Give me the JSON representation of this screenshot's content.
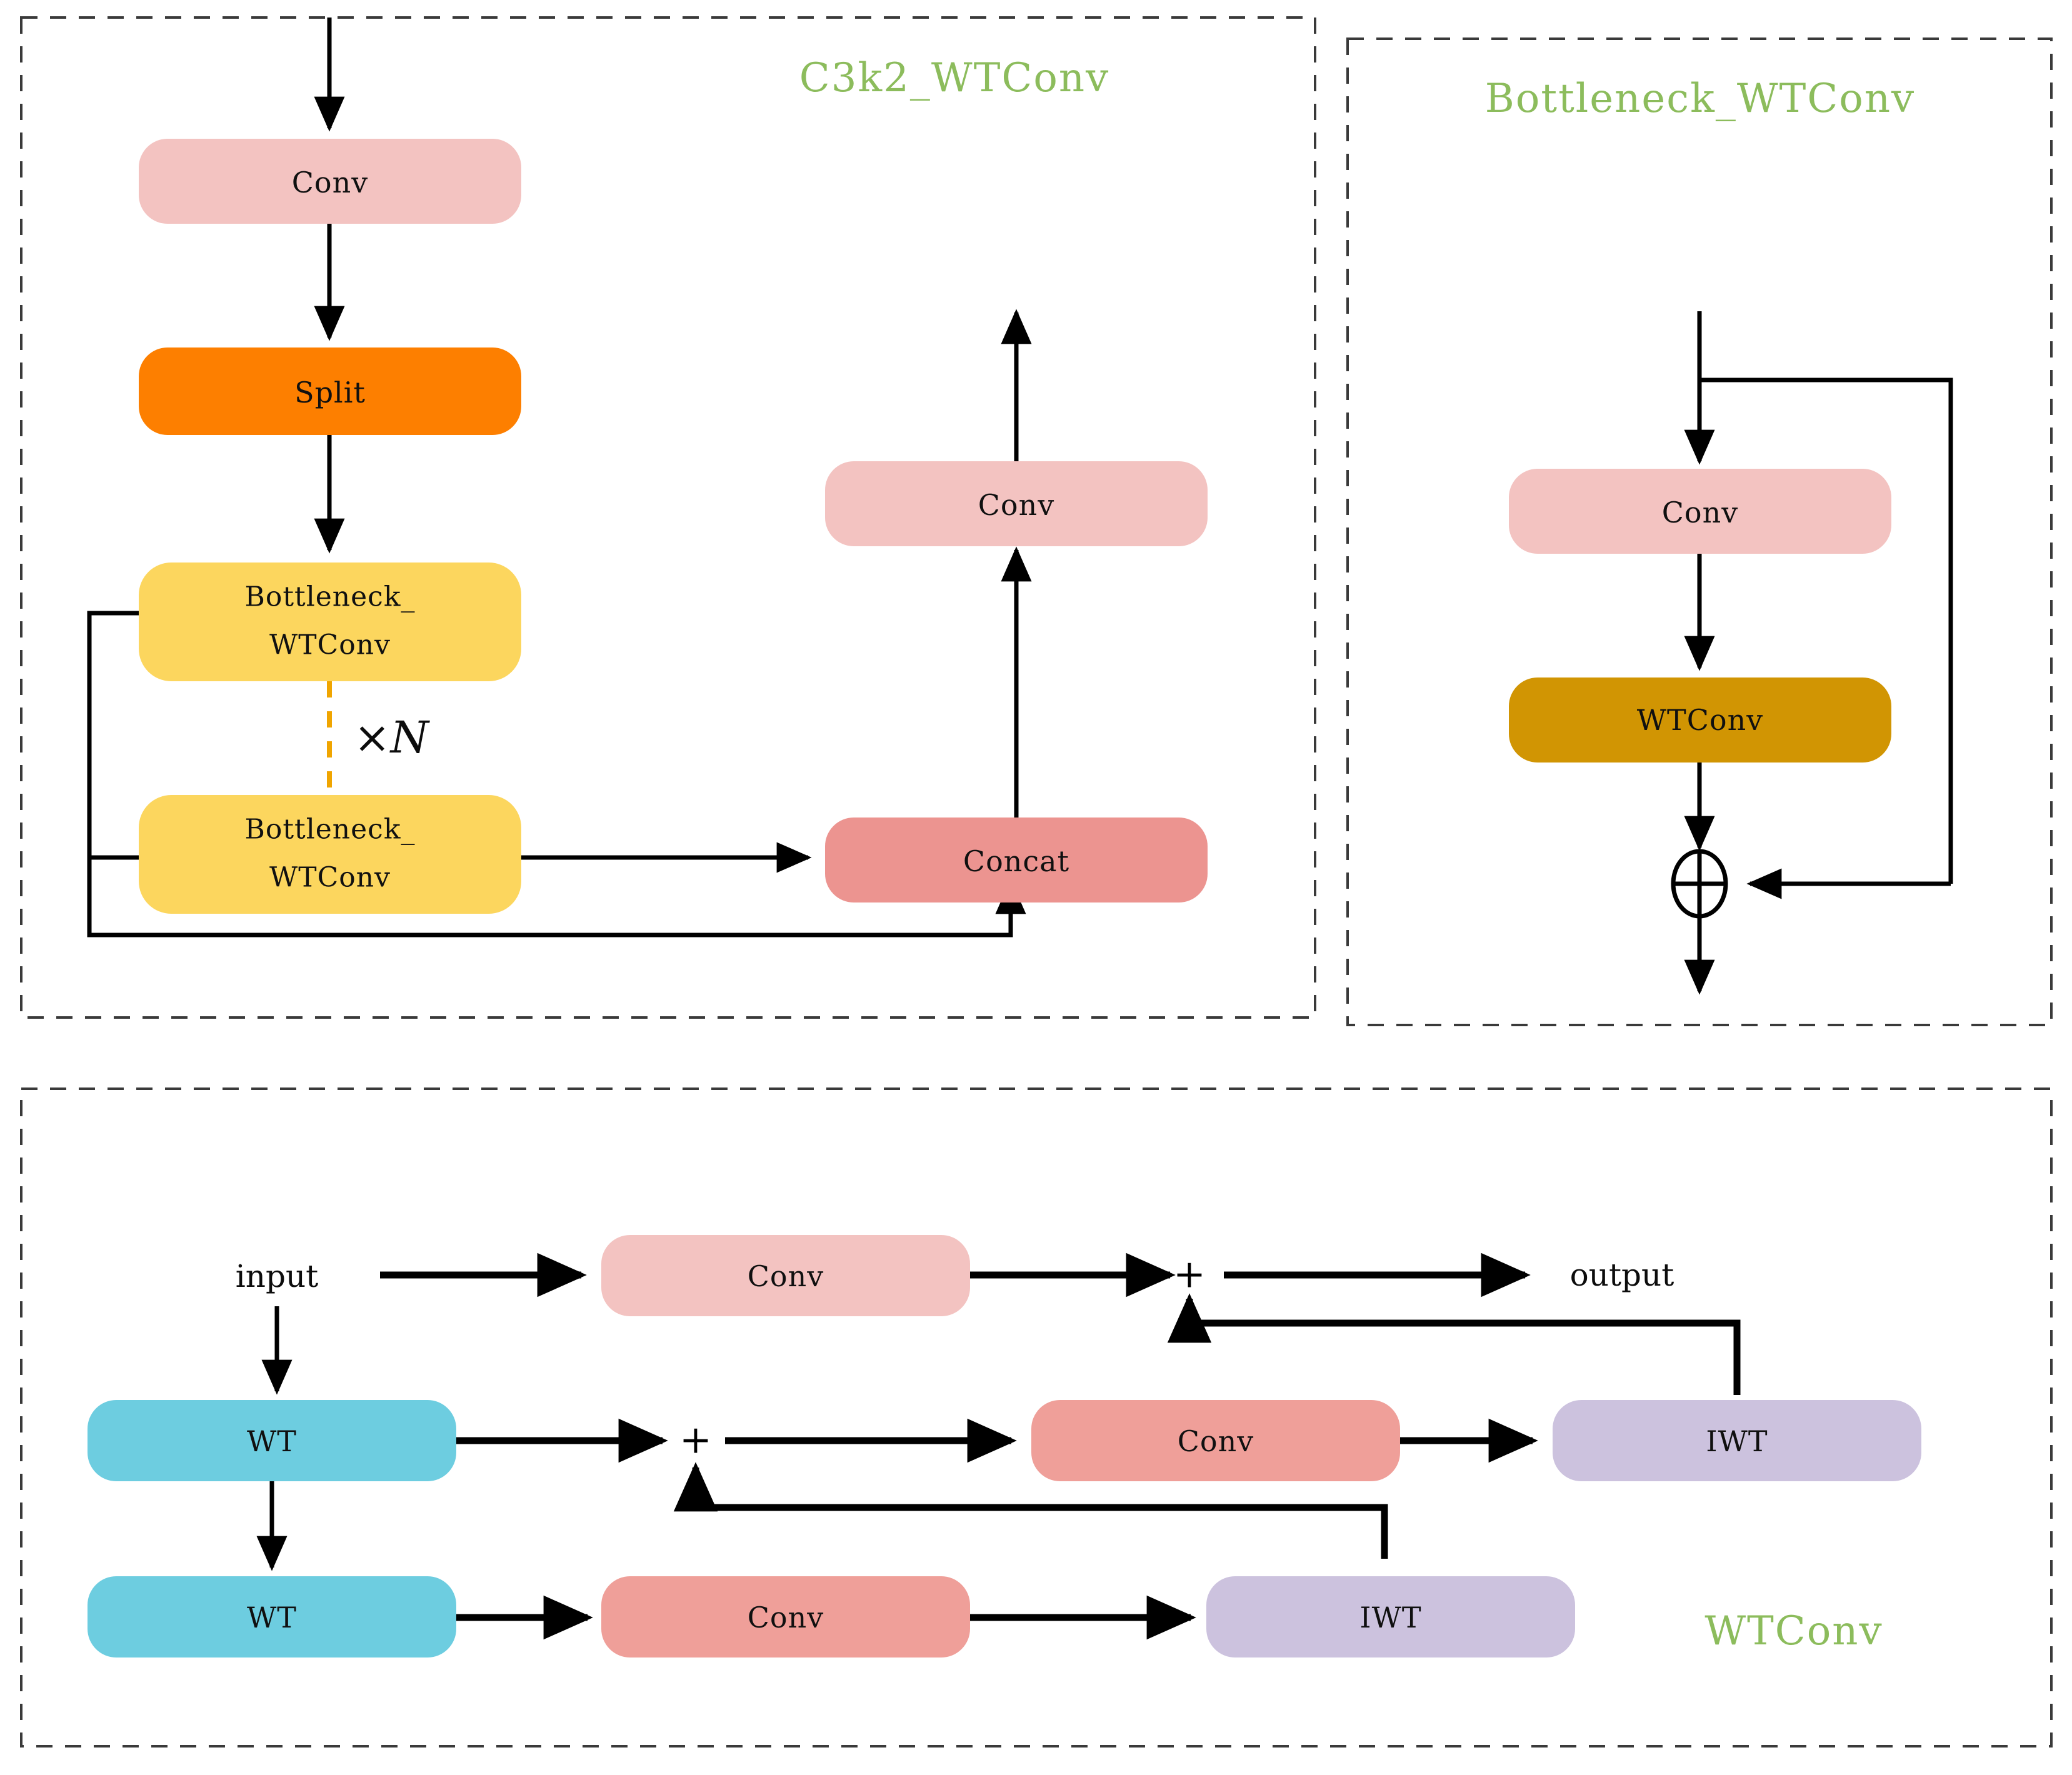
{
  "figure": {
    "title_color": "#8cbc5c",
    "background": "#ffffff"
  },
  "panels": [
    {
      "id": "c3k2",
      "title": "C3k2_WTConv",
      "nodes": [
        {
          "key": "conv_in",
          "label": "Conv",
          "color": "#f3c3c1"
        },
        {
          "key": "split",
          "label": "Split",
          "color": "#fd7f00"
        },
        {
          "key": "bneck_top_1",
          "label": "Bottleneck_",
          "color": "#fcd65e"
        },
        {
          "key": "bneck_top_2",
          "label": "WTConv",
          "color": "#fcd65e"
        },
        {
          "key": "bneck_bot_1",
          "label": "Bottleneck_",
          "color": "#fcd65e"
        },
        {
          "key": "bneck_bot_2",
          "label": "WTConv",
          "color": "#fcd65e"
        },
        {
          "key": "concat",
          "label": "Concat",
          "color": "#ec9490"
        },
        {
          "key": "conv_out",
          "label": "Conv",
          "color": "#f3c3c1"
        }
      ],
      "repeat_label": "×N",
      "repeat_color": "#f0a500"
    },
    {
      "id": "bottleneck",
      "title": "Bottleneck_WTConv",
      "nodes": [
        {
          "key": "conv",
          "label": "Conv",
          "color": "#f3c3c1"
        },
        {
          "key": "wtconv",
          "label": "WTConv",
          "color": "#d19503"
        }
      ],
      "sum_symbol": "⊕"
    },
    {
      "id": "wtconv",
      "title": "WTConv",
      "io": {
        "input": "input",
        "output": "output"
      },
      "plus_symbol": "+",
      "nodes": [
        {
          "key": "conv_top",
          "label": "Conv",
          "color": "#f3c3c1"
        },
        {
          "key": "wt_1",
          "label": "WT",
          "color": "#6dcde0"
        },
        {
          "key": "wt_2",
          "label": "WT",
          "color": "#6dcde0"
        },
        {
          "key": "conv_mid",
          "label": "Conv",
          "color": "#ef9f99"
        },
        {
          "key": "iwt_mid",
          "label": "IWT",
          "color": "#ccc2de"
        },
        {
          "key": "conv_bot",
          "label": "Conv",
          "color": "#ef9f99"
        },
        {
          "key": "iwt_bot",
          "label": "IWT",
          "color": "#ccc2de"
        }
      ]
    }
  ],
  "palette": {
    "conv_pink": "#f3c3c1",
    "conv_pink_dark": "#ef9f99",
    "split_orange": "#fd7f00",
    "bottleneck_yellow": "#fcd65e",
    "concat_salmon": "#ec9490",
    "wtconv_gold": "#d19503",
    "wt_cyan": "#6dcde0",
    "iwt_purple": "#ccc2de",
    "title_green": "#8cbc5c",
    "edge_black": "#000000",
    "dashed_orange": "#f0a500"
  }
}
